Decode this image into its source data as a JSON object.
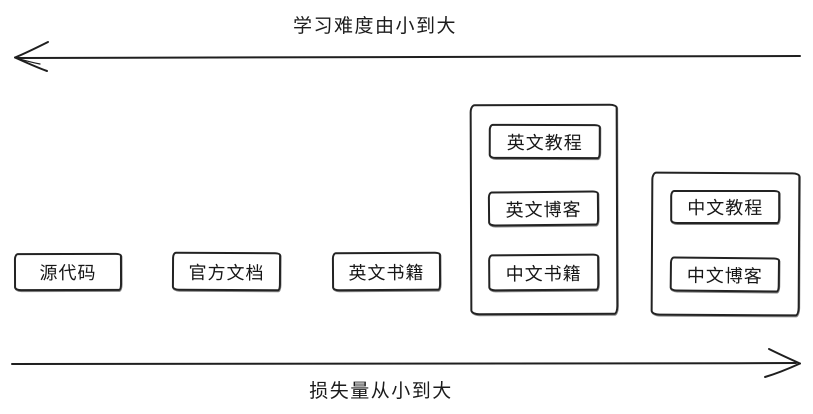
{
  "colors": {
    "stroke": "#1f1f1f",
    "background": "#ffffff",
    "text": "#1a1a1a"
  },
  "axes": {
    "top": {
      "label": "学习难度由小到大",
      "direction": "left"
    },
    "bottom": {
      "label": "损失量从小到大",
      "direction": "right"
    }
  },
  "nodes": [
    {
      "label": "源代码"
    },
    {
      "label": "官方文档"
    },
    {
      "label": "英文书籍"
    }
  ],
  "groups": [
    {
      "items": [
        {
          "label": "英文教程"
        },
        {
          "label": "英文博客"
        },
        {
          "label": "中文书籍"
        }
      ]
    },
    {
      "items": [
        {
          "label": "中文教程"
        },
        {
          "label": "中文博客"
        }
      ]
    }
  ]
}
